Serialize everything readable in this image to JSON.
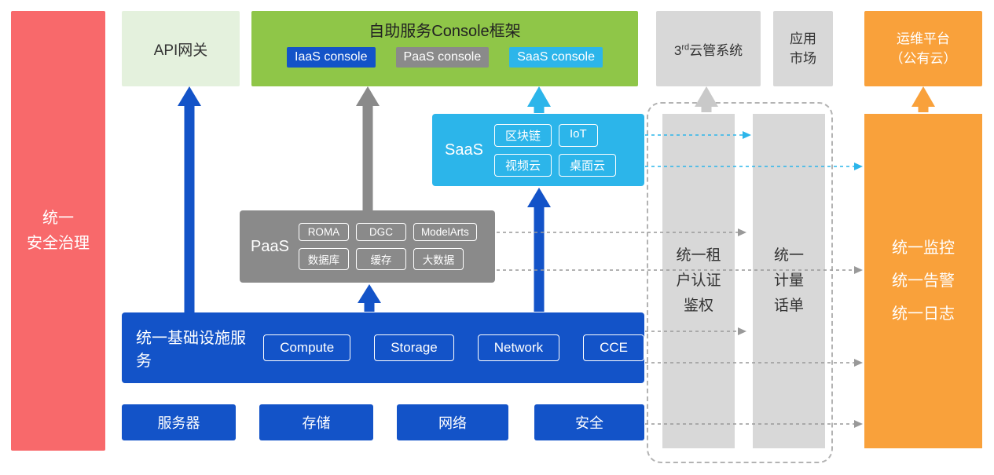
{
  "colors": {
    "red": "#f8696b",
    "green": "#8fc648",
    "light_green": "#e4f1dd",
    "blue": "#1353c8",
    "cyan": "#2cb5ea",
    "gray": "#8a8a8a",
    "light_gray": "#d8d8d8",
    "orange": "#f9a13b"
  },
  "security_bar": {
    "label": "统一\n安全治理"
  },
  "api_gateway": {
    "label": "API网关"
  },
  "console_framework": {
    "title": "自助服务Console框架",
    "consoles": [
      {
        "label": "IaaS console"
      },
      {
        "label": "PaaS console"
      },
      {
        "label": "SaaS console"
      }
    ]
  },
  "third_party": {
    "prefix": "3",
    "sup": "rd",
    "suffix": "云管系统"
  },
  "app_market": {
    "label": "应用\n市场"
  },
  "ops_platform": {
    "label": "运维平台\n（公有云）"
  },
  "saas": {
    "label": "SaaS",
    "items": [
      "区块链",
      "IoT",
      "视频云",
      "桌面云"
    ]
  },
  "paas": {
    "label": "PaaS",
    "items": [
      "ROMA",
      "DGC",
      "ModelArts",
      "数据库",
      "缓存",
      "大数据"
    ]
  },
  "iaas": {
    "label": "统一基础设施服务",
    "items": [
      "Compute",
      "Storage",
      "Network",
      "CCE"
    ]
  },
  "hardware": {
    "items": [
      "服务器",
      "存储",
      "网络",
      "安全"
    ]
  },
  "tenant_auth": {
    "label": "统一租\n户认证\n鉴权"
  },
  "metering": {
    "label": "统一\n计量\n话单"
  },
  "monitoring": {
    "label": "统一监控\n统一告警\n统一日志"
  }
}
